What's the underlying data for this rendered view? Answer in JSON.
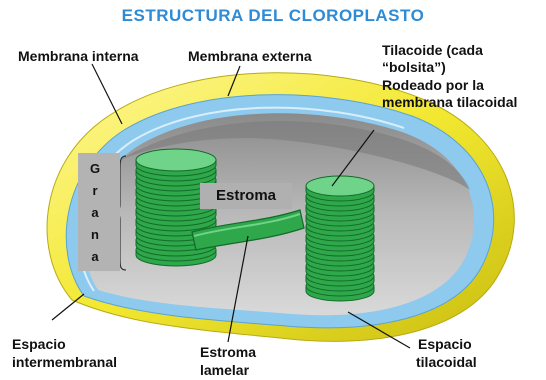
{
  "title": "ESTRUCTURA DEL CLOROPLASTO",
  "labels": {
    "membrana_interna": "Membrana interna",
    "membrana_externa": "Membrana externa",
    "tilacoide_line1": "Tilacoide (cada",
    "tilacoide_line2": "“bolsita”)",
    "tilacoide_line3": "Rodeado por la",
    "tilacoide_line4": "membrana tilacoidal",
    "estroma": "Estroma",
    "espacio_inter_line1": "Espacio",
    "espacio_inter_line2": "intermembranal",
    "estroma_lamelar_line1": "Estroma",
    "estroma_lamelar_line2": "lamelar",
    "espacio_tila_line1": "Espacio",
    "espacio_tila_line2": "tilacoidal"
  },
  "grana_letters": [
    "G",
    "r",
    "a",
    "n",
    "a"
  ],
  "colors": {
    "title": "#2e8bd6",
    "outer_membrane": "#f2e830",
    "inner_membrane": "#8ec9ee",
    "stroma": "#a9a9a9",
    "thylakoid": "#2ea84a",
    "thylakoid_dark": "#146b2a",
    "thylakoid_light": "#6fd38a",
    "label_box": "#b3b3b3"
  }
}
